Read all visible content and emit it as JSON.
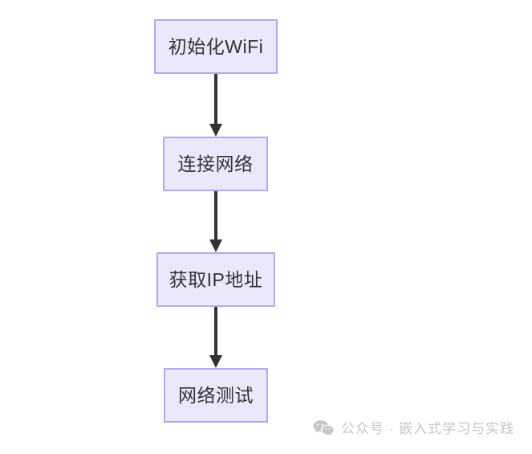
{
  "diagram": {
    "type": "flowchart",
    "orientation": "top-to-bottom",
    "background_color": "#ffffff",
    "node_fill_color": "#ece8fb",
    "node_border_color": "#b8a6e6",
    "node_text_color": "#333333",
    "edge_color": "#333333",
    "nodes": [
      {
        "id": "init",
        "label": "初始化WiFi"
      },
      {
        "id": "connect",
        "label": "连接网络"
      },
      {
        "id": "ip",
        "label": "获取IP地址"
      },
      {
        "id": "test",
        "label": "网络测试"
      }
    ],
    "edges": [
      {
        "from": "init",
        "to": "connect",
        "label": ""
      },
      {
        "from": "connect",
        "to": "ip",
        "label": ""
      },
      {
        "from": "ip",
        "to": "test",
        "label": ""
      }
    ]
  },
  "watermark": {
    "icon": "wechat-icon",
    "text": "公众号 · 嵌入式学习与实践",
    "color": "#c6c6c6"
  }
}
